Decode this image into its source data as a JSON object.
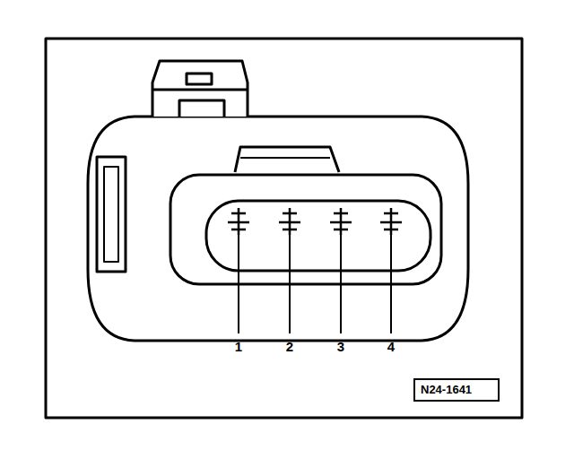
{
  "diagram": {
    "nodes": [
      {
        "text": [
          "N24-1641"
        ]
      }
    ],
    "labels": [
      "1",
      "2",
      "3",
      "4"
    ]
  }
}
